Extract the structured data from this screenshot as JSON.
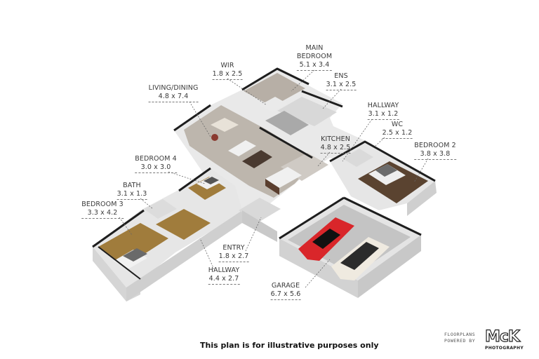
{
  "rooms": [
    {
      "id": "main-bedroom",
      "name_line1": "MAIN",
      "name_line2": "BEDROOM",
      "dims": "5.1 x 3.4"
    },
    {
      "id": "wir",
      "name": "WIR",
      "dims": "1.8 x 2.5"
    },
    {
      "id": "ens",
      "name": "ENS",
      "dims": "3.1 x 2.5"
    },
    {
      "id": "living-dining",
      "name": "LIVING/DINING",
      "dims": "4.8 x 7.4"
    },
    {
      "id": "hallway-1",
      "name": "HALLWAY",
      "dims": "3.1 x 1.2"
    },
    {
      "id": "wc",
      "name": "WC",
      "dims": "2.5 x 1.2"
    },
    {
      "id": "kitchen",
      "name": "KITCHEN",
      "dims": "4.8 x 2.5"
    },
    {
      "id": "bedroom-2",
      "name": "BEDROOM 2",
      "dims": "3.8 x 3.8"
    },
    {
      "id": "bedroom-4",
      "name": "BEDROOM 4",
      "dims": "3.0 x 3.0"
    },
    {
      "id": "bath",
      "name": "BATH",
      "dims": "3.1 x 1.3"
    },
    {
      "id": "bedroom-3",
      "name": "BEDROOM 3",
      "dims": "3.3 x 4.2"
    },
    {
      "id": "entry",
      "name": "ENTRY",
      "dims": "1.8 x 2.7"
    },
    {
      "id": "hallway-2",
      "name": "HALLWAY",
      "dims": "4.4 x 2.7"
    },
    {
      "id": "garage",
      "name": "GARAGE",
      "dims": "6.7 x 5.6"
    }
  ],
  "footer": {
    "disclaimer": "This plan is for illustrative purposes only"
  },
  "brand": {
    "line1": "FLOORPLANS",
    "line2": "POWERED BY",
    "logo": "McK",
    "sub": "PHOTOGRAPHY"
  },
  "colors": {
    "floor_grey": "#bdb6ad",
    "floor_wood": "#a07c3c",
    "floor_dark_wood": "#5a4330",
    "garage_floor": "#c4c4c4",
    "wall_top": "#1e1e1e",
    "wall_face": "#e6e6e6",
    "car_red": "#d9262a",
    "car_white": "#efeae0"
  }
}
